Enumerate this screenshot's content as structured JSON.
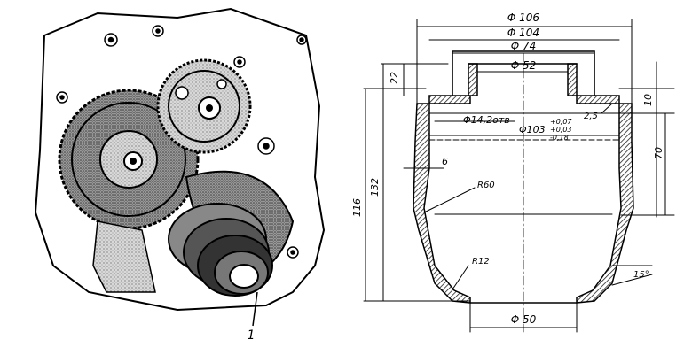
{
  "left_figure": {
    "callout_label": "1"
  },
  "right_figure": {
    "dimensions": {
      "phi106": "Φ 106",
      "phi104": "Φ 104",
      "phi74": "Φ 74",
      "phi52": "Φ 52",
      "phi142": "Φ14,2отв",
      "phi103": "Φ103",
      "phi103_tol_top": "+0,07",
      "phi103_tol_mid": "+0,03",
      "phi103_tol_bot": "-0,18",
      "d22": "22",
      "d10": "10",
      "d2_5": "2,5",
      "d6": "6",
      "d70": "70",
      "d116": "116",
      "d132": "132",
      "r60": "R60",
      "r12": "R12",
      "angle15": "15°",
      "phi50": "Φ 50"
    }
  },
  "colors": {
    "ink": "#000000",
    "paper": "#ffffff",
    "section_hatch": "#2a2a2a",
    "gear_shade": "#5a5a5a"
  }
}
